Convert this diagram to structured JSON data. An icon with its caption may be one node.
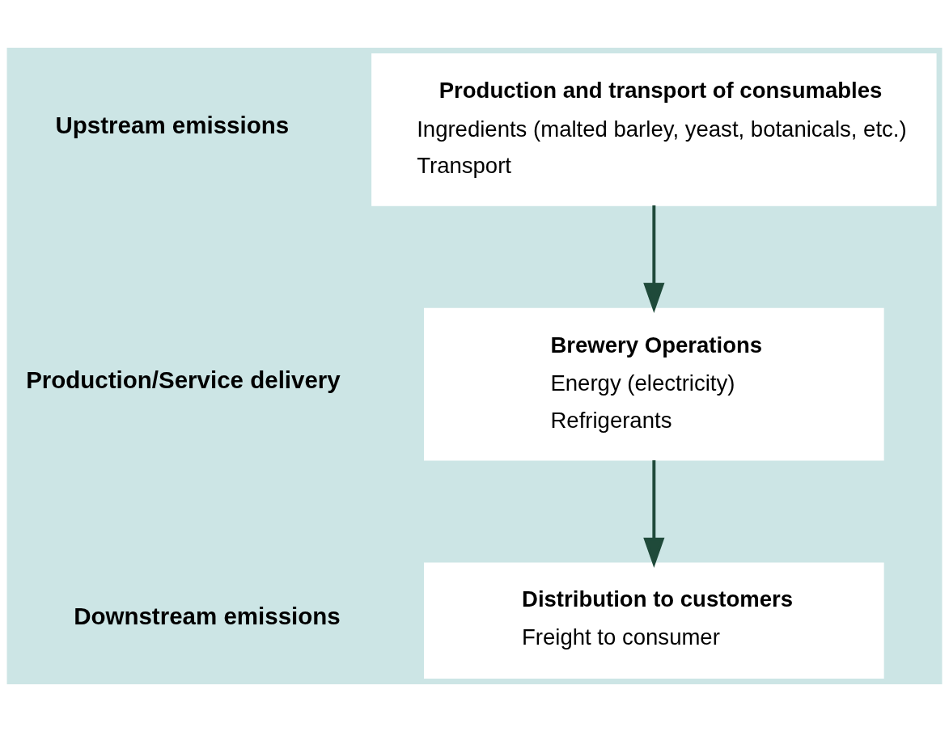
{
  "diagram": {
    "nodes": [
      {
        "text": [
          "Production and transport of consumables",
          "Ingredients (malted barley, yeast, botanicals, etc.)",
          "Transport"
        ]
      },
      {
        "text": [
          "Brewery Operations",
          "Energy (electricity)",
          "Refrigerants"
        ]
      },
      {
        "text": [
          "Distribution to customers",
          "Freight to consumer"
        ]
      }
    ],
    "edges": [
      {
        "from": 0,
        "to": 1,
        "arrow": "to"
      },
      {
        "from": 1,
        "to": 2,
        "arrow": "to"
      }
    ],
    "labels": [
      "Upstream emissions",
      "Production/Service delivery",
      "Downstream emissions"
    ]
  }
}
